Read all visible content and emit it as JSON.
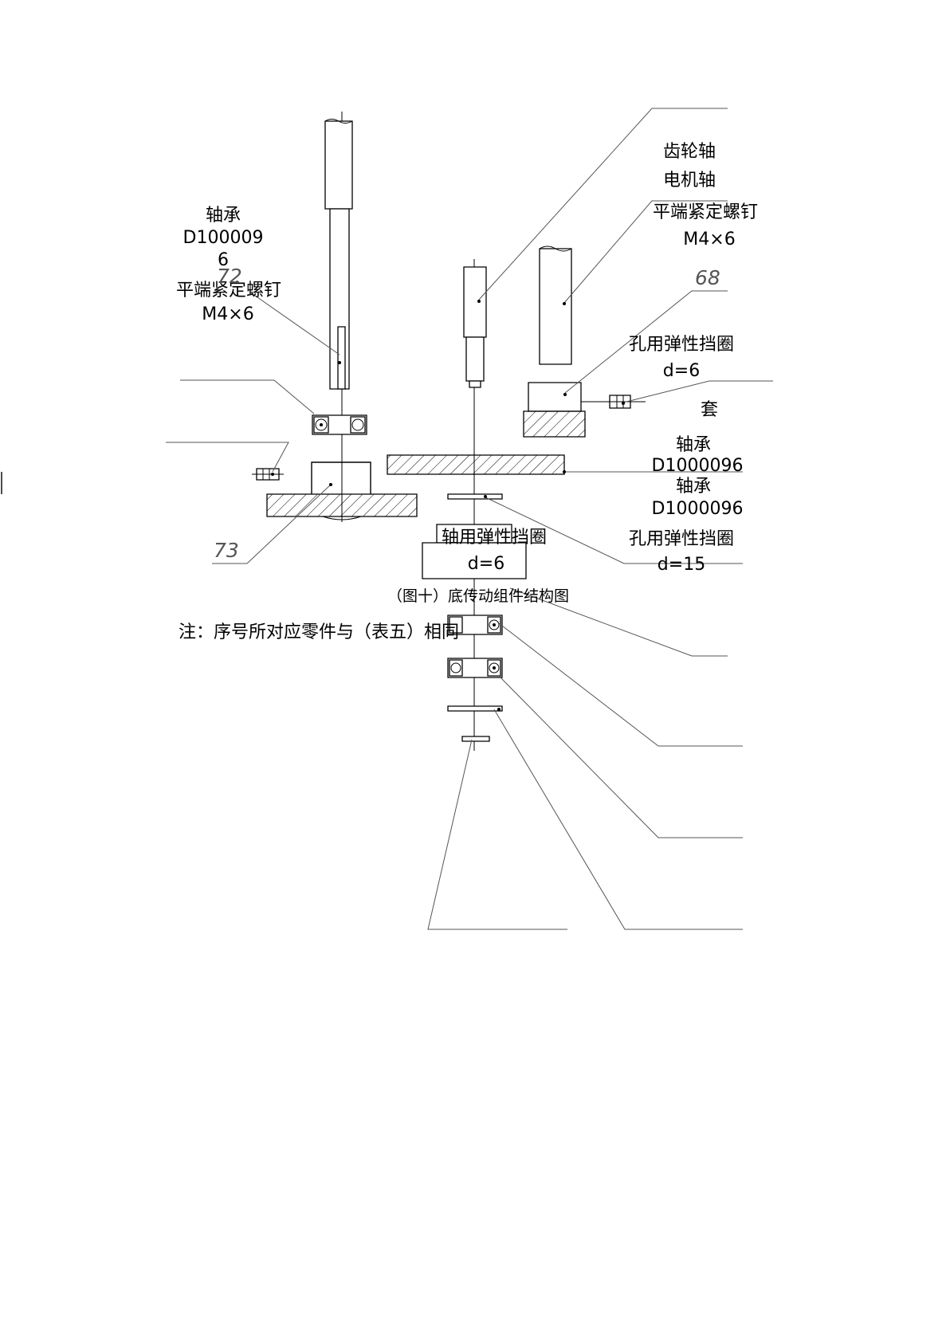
{
  "labels": {
    "gear_shaft": "齿轮轴",
    "motor_shaft": "电机轴",
    "set_screw_right": "平端紧定螺钉",
    "set_screw_right_spec": "M4×6",
    "bearing_left": "轴承",
    "bearing_left_code_a": "D100009",
    "bearing_left_code_b": "6",
    "set_screw_left": "平端紧定螺钉",
    "set_screw_left_spec": "M4×6",
    "retaining_ring_hole_top": "孔用弹性挡圈",
    "retaining_ring_hole_top_spec": "d=6",
    "sleeve": "套",
    "bearing_right_1": "轴承",
    "bearing_right_1_code": "D1000096",
    "bearing_right_2": "轴承",
    "bearing_right_2_code": "D1000096",
    "retaining_ring_hole_bottom": "孔用弹性挡圈",
    "retaining_ring_hole_bottom_spec": "d=15",
    "retaining_ring_shaft": "轴用弹性挡圈",
    "retaining_ring_shaft_spec": "d=6"
  },
  "part_numbers": {
    "p72": "72",
    "p68": "68",
    "p73": "73"
  },
  "caption": "（图十）底传动组件结构图",
  "note": "注：序号所对应零件与（表五）相同"
}
